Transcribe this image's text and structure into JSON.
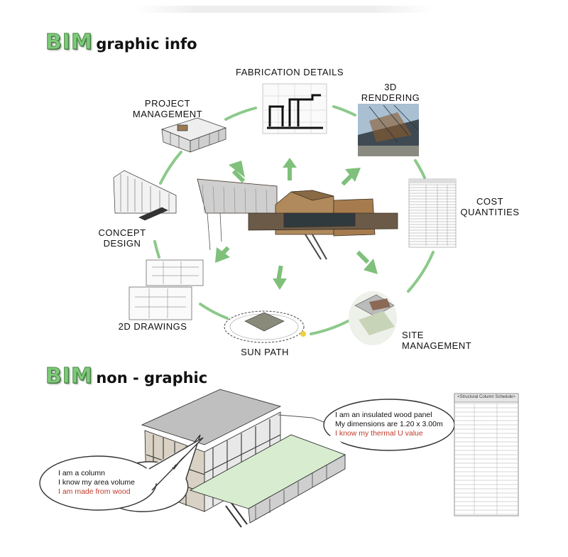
{
  "graphic": {
    "bim": "BIM",
    "subtitle": "graphic info",
    "nodes": {
      "fabrication": "FABRICATION DETAILS",
      "rendering": [
        "3D",
        "RENDERING"
      ],
      "project": [
        "PROJECT",
        "MANAGEMENT"
      ],
      "cost": [
        "COST",
        "QUANTITIES"
      ],
      "concept": [
        "CONCEPT",
        "DESIGN"
      ],
      "drawings": "2D DRAWINGS",
      "sunpath": "SUN PATH",
      "site": [
        "SITE",
        "MANAGEMENT"
      ]
    }
  },
  "nongraphic": {
    "bim": "BIM",
    "subtitle": "non - graphic",
    "bubble_left": [
      "I am a column",
      "I know my area volume",
      "I am made from wood"
    ],
    "bubble_right": [
      "I am an insulated wood panel",
      "My dimensions are 1.20 x 3.00m",
      "I know my thermal U value"
    ],
    "schedule_title": "<Structural Column Schedule>"
  },
  "colors": {
    "accent": "#7fc97a",
    "arc": "#8cc98a",
    "highlight": "#c0392b"
  }
}
